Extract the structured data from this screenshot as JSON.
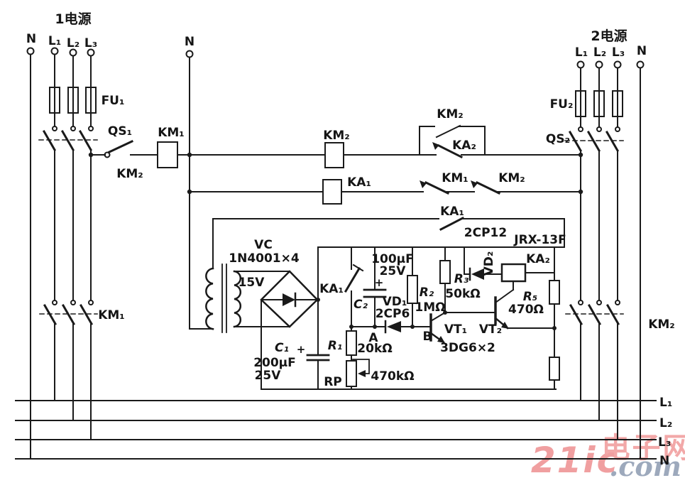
{
  "colors": {
    "wire": "#1a1a1a",
    "watermark_pink": "#ee8f90",
    "watermark_blue": "#8d9bb1"
  },
  "source1": {
    "title": "1电源",
    "n": "N",
    "l1": "L₁",
    "l2": "L₂",
    "l3": "L₃",
    "fuse": "FU₁",
    "switch": "QS₁",
    "interlock_contact": "KM₂",
    "contactor_coil": "KM₁",
    "main_contact": "KM₁"
  },
  "source2": {
    "title": "2电源",
    "l1": "L₁",
    "l2": "L₂",
    "l3": "L₃",
    "n": "N",
    "fuse": "FU₂",
    "switch": "QS₂",
    "main_contact": "KM₂"
  },
  "control": {
    "neutral": "N",
    "km2_coil": "KM₂",
    "km2_no_contact": "KM₂",
    "ka2_nc_contact": "KA₂",
    "ka1_coil": "KA₁",
    "km1_nc_contact": "KM₁",
    "km2_nc_contact": "KM₂",
    "ka1_no_contact": "KA₁",
    "ka1_contact_type": "2CP12"
  },
  "module": {
    "model": "JRX-13F",
    "rectifier": "VC",
    "rectifier_type": "1N4001×4",
    "secondary_voltage": "15V",
    "ka1_contact": "KA₁",
    "c2": "C₂",
    "c2_value": "100µF",
    "c2_voltage": "25V",
    "c2_plus": "+",
    "vd1": "VD₁",
    "vd1_type": "2CP6",
    "node_a": "A",
    "node_b": "B",
    "r2": "R₂",
    "r2_value": "1MΩ",
    "r3": "R₃",
    "r3_value": "50kΩ",
    "vd2": "VD₂",
    "ka2_coil": "KA₂",
    "r5": "R₅",
    "r5_value": "470Ω",
    "vt1": "VT₁",
    "vt2": "VT₂",
    "vt_type": "3DG6×2",
    "r1": "R₁",
    "r1_value": "20kΩ",
    "rp": "RP",
    "rp_value": "470kΩ",
    "c1": "C₁",
    "c1_value": "200µF",
    "c1_voltage": "25V",
    "c1_plus": "+"
  },
  "bus": {
    "l1": "L₁",
    "l2": "L₂",
    "l3": "L₃",
    "n": "N"
  },
  "watermark": {
    "logo": "21ic",
    "suffix": ".com",
    "site": "电子网"
  }
}
